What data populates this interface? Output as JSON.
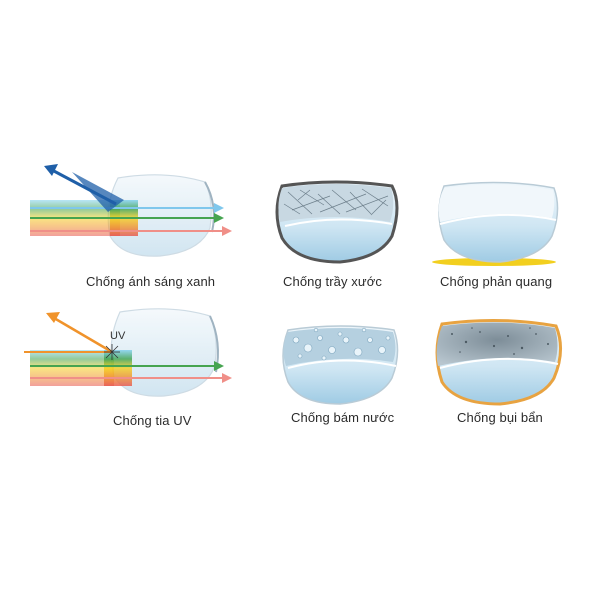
{
  "features": [
    {
      "id": "blue-light",
      "label": "Chống ánh sáng xanh"
    },
    {
      "id": "scratch",
      "label": "Chống trầy xước"
    },
    {
      "id": "anti-reflection",
      "label": "Chống phản quang"
    },
    {
      "id": "uv",
      "label": "Chống tia UV",
      "uv_tag": "UV"
    },
    {
      "id": "water",
      "label": "Chống bám nước"
    },
    {
      "id": "dust",
      "label": "Chống bụi bẩn"
    }
  ],
  "colors": {
    "arrow_blue": "#1f5fa8",
    "arrow_orange": "#f0932b",
    "anti_reflection_yellow": "#f2cf1f",
    "dust_frame_orange": "#e8a341",
    "scratch_frame_gray": "#555555",
    "lens_blue": "#a8d2ea"
  }
}
